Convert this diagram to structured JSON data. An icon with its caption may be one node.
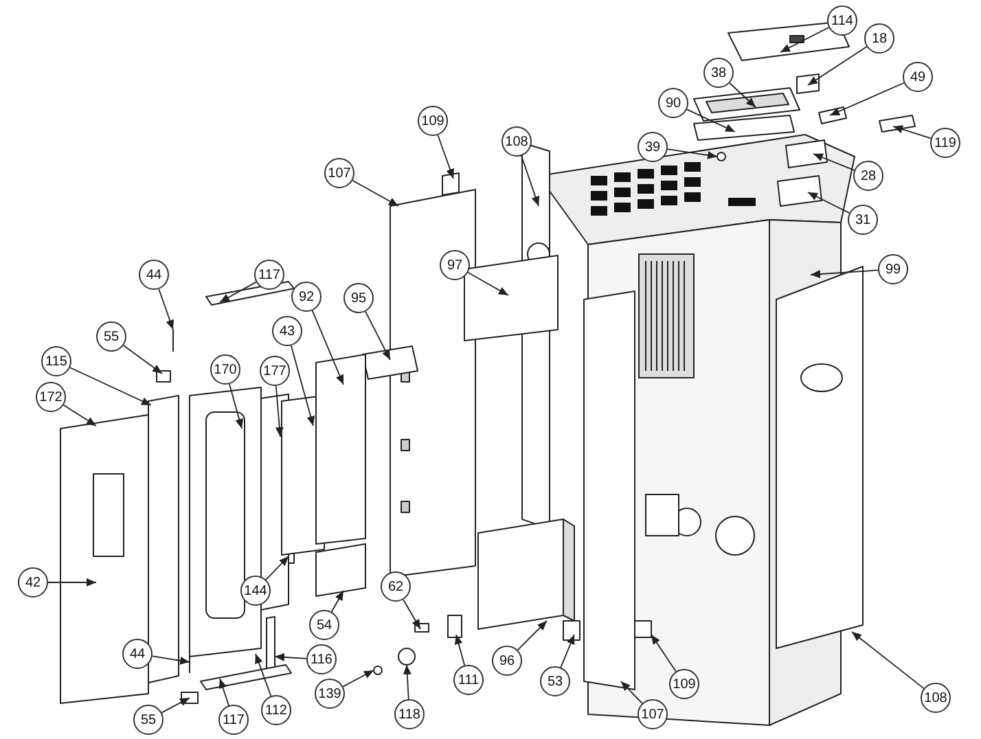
{
  "diagram": {
    "nodes": [
      {
        "text": [
          "114"
        ]
      },
      {
        "text": [
          "18"
        ]
      },
      {
        "text": [
          "38"
        ]
      },
      {
        "text": [
          "49"
        ]
      },
      {
        "text": [
          "90"
        ]
      },
      {
        "text": [
          "109"
        ]
      },
      {
        "text": [
          "119"
        ]
      },
      {
        "text": [
          "108"
        ]
      },
      {
        "text": [
          "39"
        ]
      },
      {
        "text": [
          "28"
        ]
      },
      {
        "text": [
          "107"
        ]
      },
      {
        "text": [
          "31"
        ]
      },
      {
        "text": [
          "99"
        ]
      },
      {
        "text": [
          "97"
        ]
      },
      {
        "text": [
          "117"
        ]
      },
      {
        "text": [
          "44"
        ]
      },
      {
        "text": [
          "92"
        ]
      },
      {
        "text": [
          "95"
        ]
      },
      {
        "text": [
          "43"
        ]
      },
      {
        "text": [
          "55"
        ]
      },
      {
        "text": [
          "115"
        ]
      },
      {
        "text": [
          "170"
        ]
      },
      {
        "text": [
          "177"
        ]
      },
      {
        "text": [
          "172"
        ]
      },
      {
        "text": [
          "42"
        ]
      },
      {
        "text": [
          "62"
        ]
      },
      {
        "text": [
          "144"
        ]
      },
      {
        "text": [
          "54"
        ]
      },
      {
        "text": [
          "44"
        ]
      },
      {
        "text": [
          "96"
        ]
      },
      {
        "text": [
          "116"
        ]
      },
      {
        "text": [
          "53"
        ]
      },
      {
        "text": [
          "109"
        ]
      },
      {
        "text": [
          "111"
        ]
      },
      {
        "text": [
          "139"
        ]
      },
      {
        "text": [
          "108"
        ]
      },
      {
        "text": [
          "118"
        ]
      },
      {
        "text": [
          "107"
        ]
      },
      {
        "text": [
          "112"
        ]
      },
      {
        "text": [
          "117"
        ]
      },
      {
        "text": [
          "55"
        ]
      }
    ],
    "edges": [
      {
        "from": 0,
        "to": null,
        "arrow": "to"
      },
      {
        "from": 1,
        "to": null,
        "arrow": "to"
      },
      {
        "from": 2,
        "to": null,
        "arrow": "to"
      },
      {
        "from": 3,
        "to": null,
        "arrow": "to"
      },
      {
        "from": 4,
        "to": null,
        "arrow": "to"
      },
      {
        "from": 5,
        "to": null,
        "arrow": "to"
      },
      {
        "from": 6,
        "to": null,
        "arrow": "to"
      },
      {
        "from": 7,
        "to": null,
        "arrow": "to"
      },
      {
        "from": 8,
        "to": null,
        "arrow": "to"
      },
      {
        "from": 9,
        "to": null,
        "arrow": "to"
      },
      {
        "from": 10,
        "to": null,
        "arrow": "to"
      },
      {
        "from": 11,
        "to": null,
        "arrow": "to"
      },
      {
        "from": 12,
        "to": null,
        "arrow": "to"
      },
      {
        "from": 13,
        "to": null,
        "arrow": "to"
      },
      {
        "from": 14,
        "to": null,
        "arrow": "to"
      },
      {
        "from": 15,
        "to": null,
        "arrow": "to"
      },
      {
        "from": 16,
        "to": null,
        "arrow": "to"
      },
      {
        "from": 17,
        "to": null,
        "arrow": "to"
      },
      {
        "from": 18,
        "to": null,
        "arrow": "to"
      },
      {
        "from": 19,
        "to": null,
        "arrow": "to"
      },
      {
        "from": 20,
        "to": null,
        "arrow": "to"
      },
      {
        "from": 21,
        "to": null,
        "arrow": "to"
      },
      {
        "from": 22,
        "to": null,
        "arrow": "to"
      },
      {
        "from": 23,
        "to": null,
        "arrow": "to"
      },
      {
        "from": 24,
        "to": null,
        "arrow": "to"
      },
      {
        "from": 25,
        "to": null,
        "arrow": "to"
      },
      {
        "from": 26,
        "to": null,
        "arrow": "to"
      },
      {
        "from": 27,
        "to": null,
        "arrow": "to"
      },
      {
        "from": 28,
        "to": null,
        "arrow": "to"
      },
      {
        "from": 29,
        "to": null,
        "arrow": "to"
      },
      {
        "from": 30,
        "to": null,
        "arrow": "to"
      },
      {
        "from": 31,
        "to": null,
        "arrow": "to"
      },
      {
        "from": 32,
        "to": null,
        "arrow": "to"
      },
      {
        "from": 33,
        "to": null,
        "arrow": "to"
      },
      {
        "from": 34,
        "to": null,
        "arrow": "to"
      },
      {
        "from": 35,
        "to": null,
        "arrow": "to"
      },
      {
        "from": 36,
        "to": null,
        "arrow": "to"
      },
      {
        "from": 37,
        "to": null,
        "arrow": "to"
      },
      {
        "from": 38,
        "to": null,
        "arrow": "to"
      },
      {
        "from": 39,
        "to": null,
        "arrow": "to"
      },
      {
        "from": 40,
        "to": null,
        "arrow": "to"
      }
    ]
  }
}
